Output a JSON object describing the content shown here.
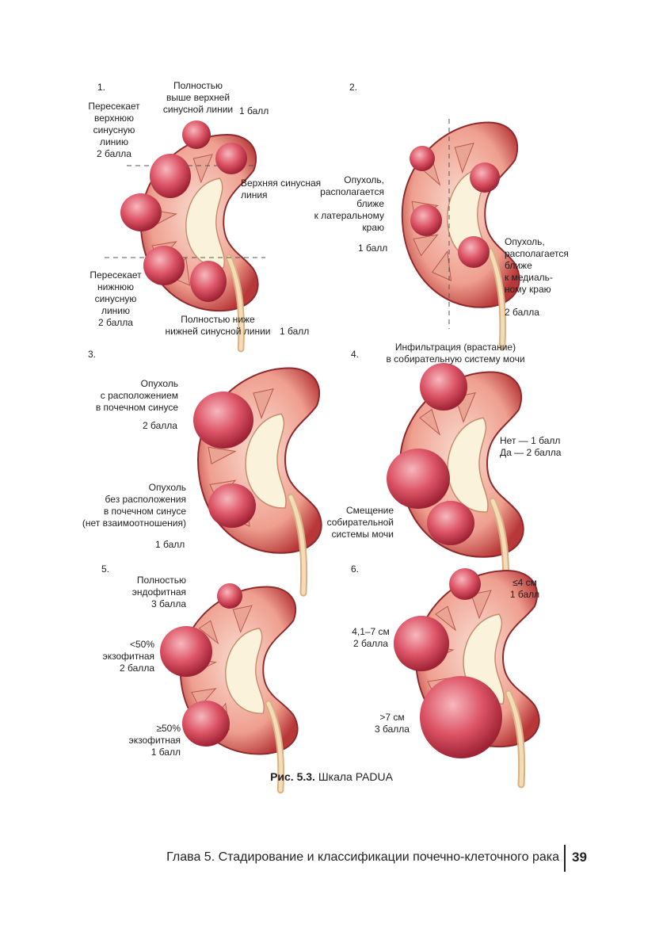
{
  "panels": [
    {
      "number": "1.",
      "labels": {
        "top": "Полностью\nвыше верхней\nсинусной линии",
        "top_score": "1 балл",
        "crosses_upper": "Пересекает\nверхнюю\nсинусную\nлинию\n2 балла",
        "upper_line": "Верхняя синусная\nлиния",
        "crosses_lower": "Пересекает\nнижнюю\nсинусную\nлинию\n2 балла",
        "bottom": "Полностью ниже\nнижней синусной линии",
        "bottom_score": "1 балл"
      }
    },
    {
      "number": "2.",
      "labels": {
        "lateral": "Опухоль,\nрасполагается\nближе\nк латеральному\nкраю",
        "lateral_score": "1 балл",
        "medial": "Опухоль,\nрасполагается\nближе\nк медиаль-\nному краю",
        "medial_score": "2 балла"
      }
    },
    {
      "number": "3.",
      "labels": {
        "in_sinus": "Опухоль\nс расположением\nв почечном синусе",
        "in_sinus_score": "2 балла",
        "not_sinus": "Опухоль\nбез расположения\nв почечном синусе\n(нет взаимоотношения)",
        "not_sinus_score": "1 балл"
      }
    },
    {
      "number": "4.",
      "labels": {
        "infiltration": "Инфильтрация (врастание)\nв собирательную систему мочи",
        "scores": "Нет — 1 балл\nДа — 2 балла",
        "displacement": "Смещение\nсобирательной\nсистемы мочи"
      }
    },
    {
      "number": "5.",
      "labels": {
        "endophytic": "Полностью\nэндофитная\n3 балла",
        "lt50": "<50%\nэкзофитная\n2 балла",
        "ge50": "≥50%\nэкзофитная\n1 балл"
      }
    },
    {
      "number": "6.",
      "labels": {
        "le4": "≤4 см\n1 балл",
        "mid": "4,1–7 см\n2 балла",
        "gt7": ">7 см\n3 балла"
      }
    }
  ],
  "caption": {
    "prefix": "Рис. 5.3.",
    "text": " Шкала PADUA"
  },
  "footer": {
    "chapter": "Глава 5. Стадирование и классификации почечно-клеточного рака",
    "page": "39"
  },
  "colors": {
    "capsule": "#c4473f",
    "parenchyma": "#f3c6b8",
    "sinus": "#fbf2dc",
    "tumor": "#d9485a",
    "ureter": "#e8c9a0"
  }
}
